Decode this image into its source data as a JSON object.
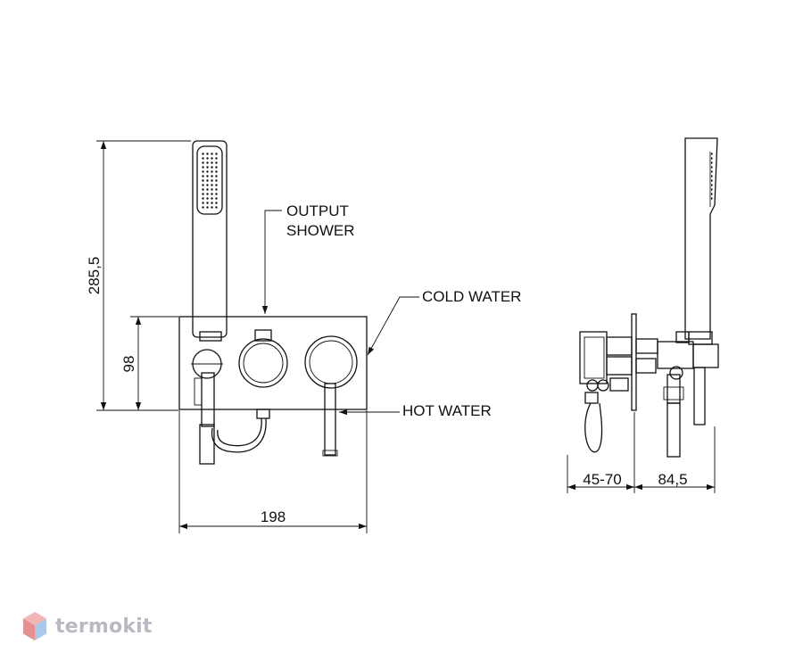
{
  "dimensions": {
    "height_total": "285,5",
    "height_body": "98",
    "width_body": "198",
    "depth_range": "45-70",
    "depth_front": "84,5"
  },
  "labels": {
    "output_shower_line1": "OUTPUT",
    "output_shower_line2": "SHOWER",
    "cold_water": "COLD WATER",
    "hot_water": "HOT WATER"
  },
  "watermark": {
    "text": "termokit"
  }
}
